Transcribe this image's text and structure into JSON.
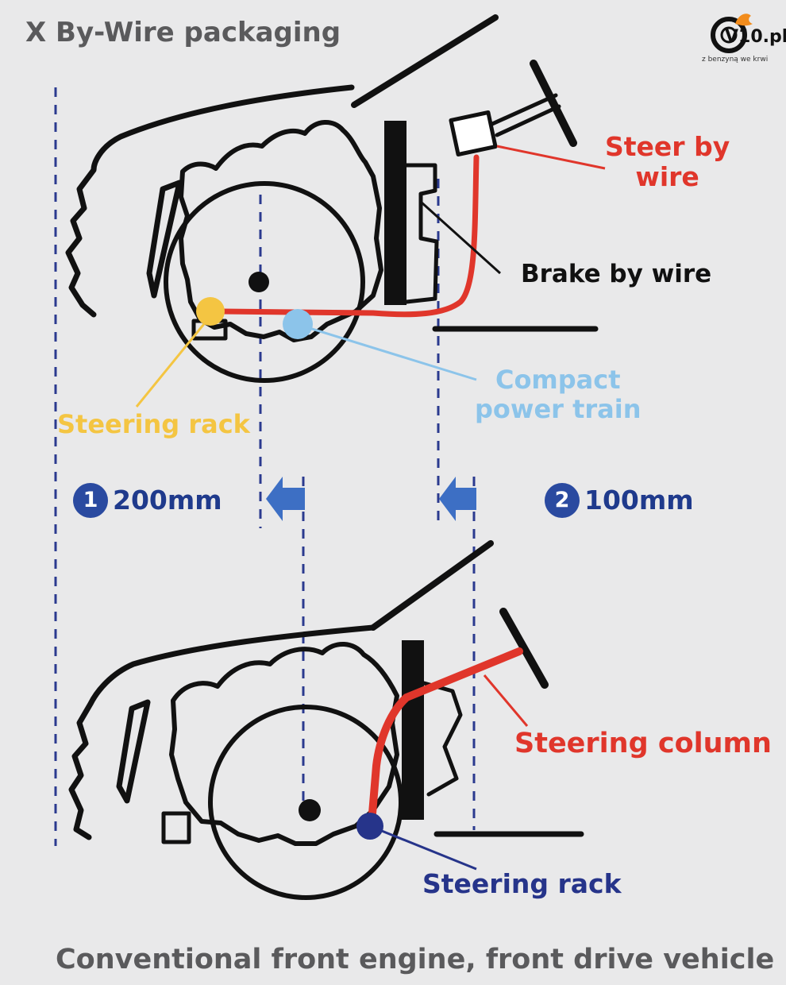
{
  "title": "X By-Wire packaging",
  "labels": {
    "steer_by_wire_1": "Steer by",
    "steer_by_wire_2": "wire",
    "brake_by_wire": "Brake by wire",
    "compact_1": "Compact",
    "compact_2": "power train",
    "steering_rack_top": "Steering rack",
    "steering_column": "Steering column",
    "steering_rack_bottom": "Steering rack"
  },
  "distances": [
    {
      "number": "1",
      "value": "200mm"
    },
    {
      "number": "2",
      "value": "100mm"
    }
  ],
  "caption": "Conventional front engine, front drive vehicle",
  "logo": {
    "name": "V10.pl",
    "tagline": "z benzyną we krwi"
  },
  "colors": {
    "red": "#e0362b",
    "yellow": "#f4c542",
    "light_blue": "#8cc4ea",
    "dark_blue": "#26348a",
    "guide": "#2b3a8f",
    "arrow": "#3d6fc4"
  }
}
